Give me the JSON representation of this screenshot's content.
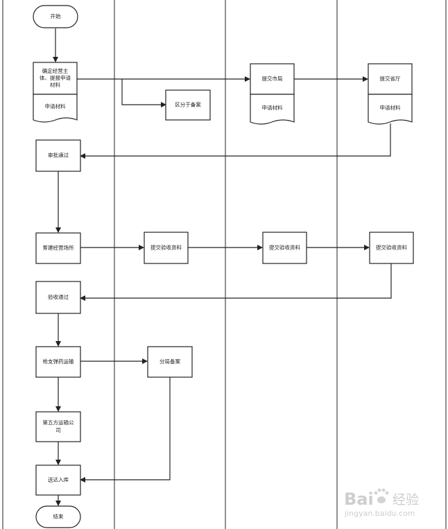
{
  "nodes": {
    "start": "开始",
    "determine": [
      "确定经营主",
      "体、提报申请",
      "材料"
    ],
    "determine_doc": "申请材料",
    "district_file": "区分于备案",
    "city_submit": "提交市局",
    "city_doc": "申请材料",
    "province_submit": "提交省厅",
    "province_doc": "申请材料",
    "approve": "审批通过",
    "build_site": "筹建经营场所",
    "acceptance_1": "提交验收资料",
    "acceptance_2": "提交验收资料",
    "acceptance_3": "提交验收资料",
    "acceptance_pass": "验收通过",
    "transport": "枪支弹药运输",
    "bureau_file": "分局备案",
    "third_party": [
      "第五方运输公",
      "司"
    ],
    "warehouse": "送达入库",
    "end": "结束"
  },
  "watermark": {
    "brand": "Bai",
    "brand_end": "经验",
    "url": "jingyan.baidu.com"
  }
}
